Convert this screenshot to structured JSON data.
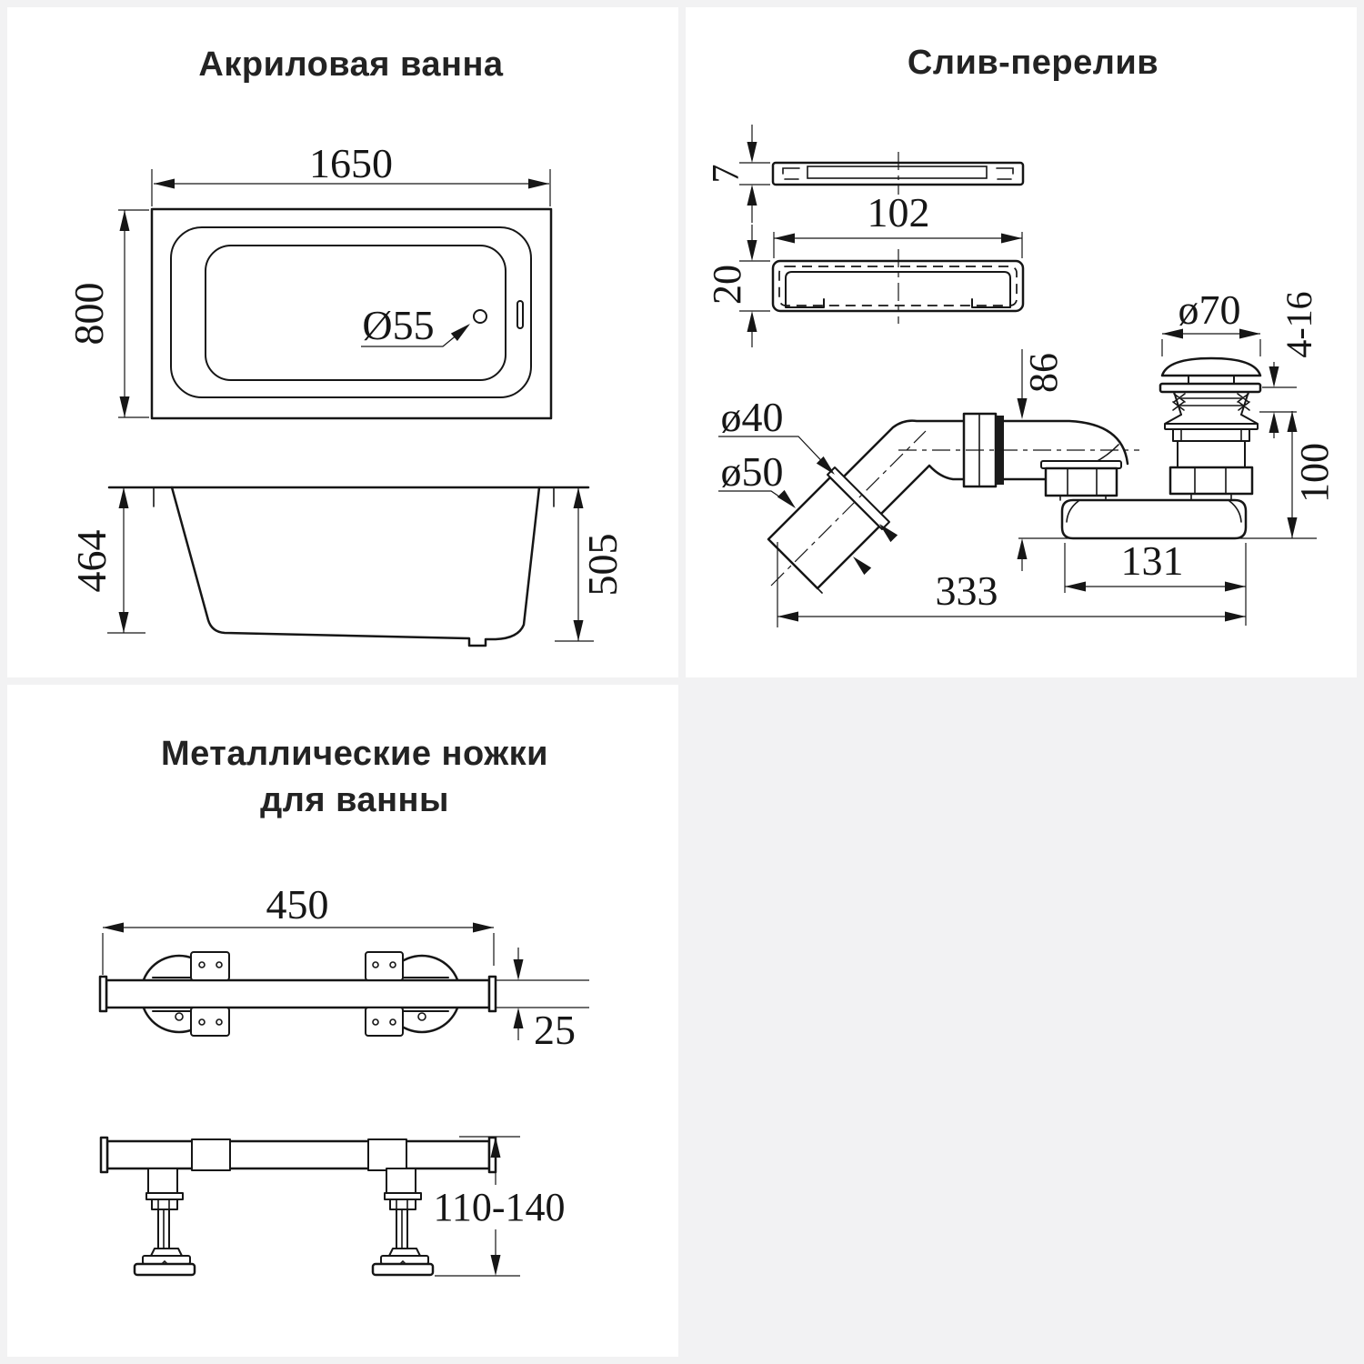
{
  "page": {
    "background": "#f2f2f3",
    "panel_background": "#ffffff",
    "line_color": "#161616"
  },
  "bathtub": {
    "title": "Акриловая ванна",
    "dims": {
      "length": "1650",
      "width": "800",
      "drain_hole": "Ø55",
      "inner_depth": "464",
      "total_height": "505"
    }
  },
  "overflow": {
    "title": "Слив-перелив",
    "dims": {
      "plate_thickness": "7",
      "plate_width": "102",
      "plate_height": "20",
      "cap_diameter": "ø70",
      "cap_travel": "4-16",
      "overflow_drop": "86",
      "pipe_diameter": "ø40",
      "sleeve_diameter": "ø50",
      "drain_height": "100",
      "body_length": "131",
      "total_length": "333"
    }
  },
  "legs": {
    "title_line1": "Металлические ножки",
    "title_line2": "для ванны",
    "dims": {
      "length": "450",
      "profile": "25",
      "height_range": "110-140"
    }
  }
}
